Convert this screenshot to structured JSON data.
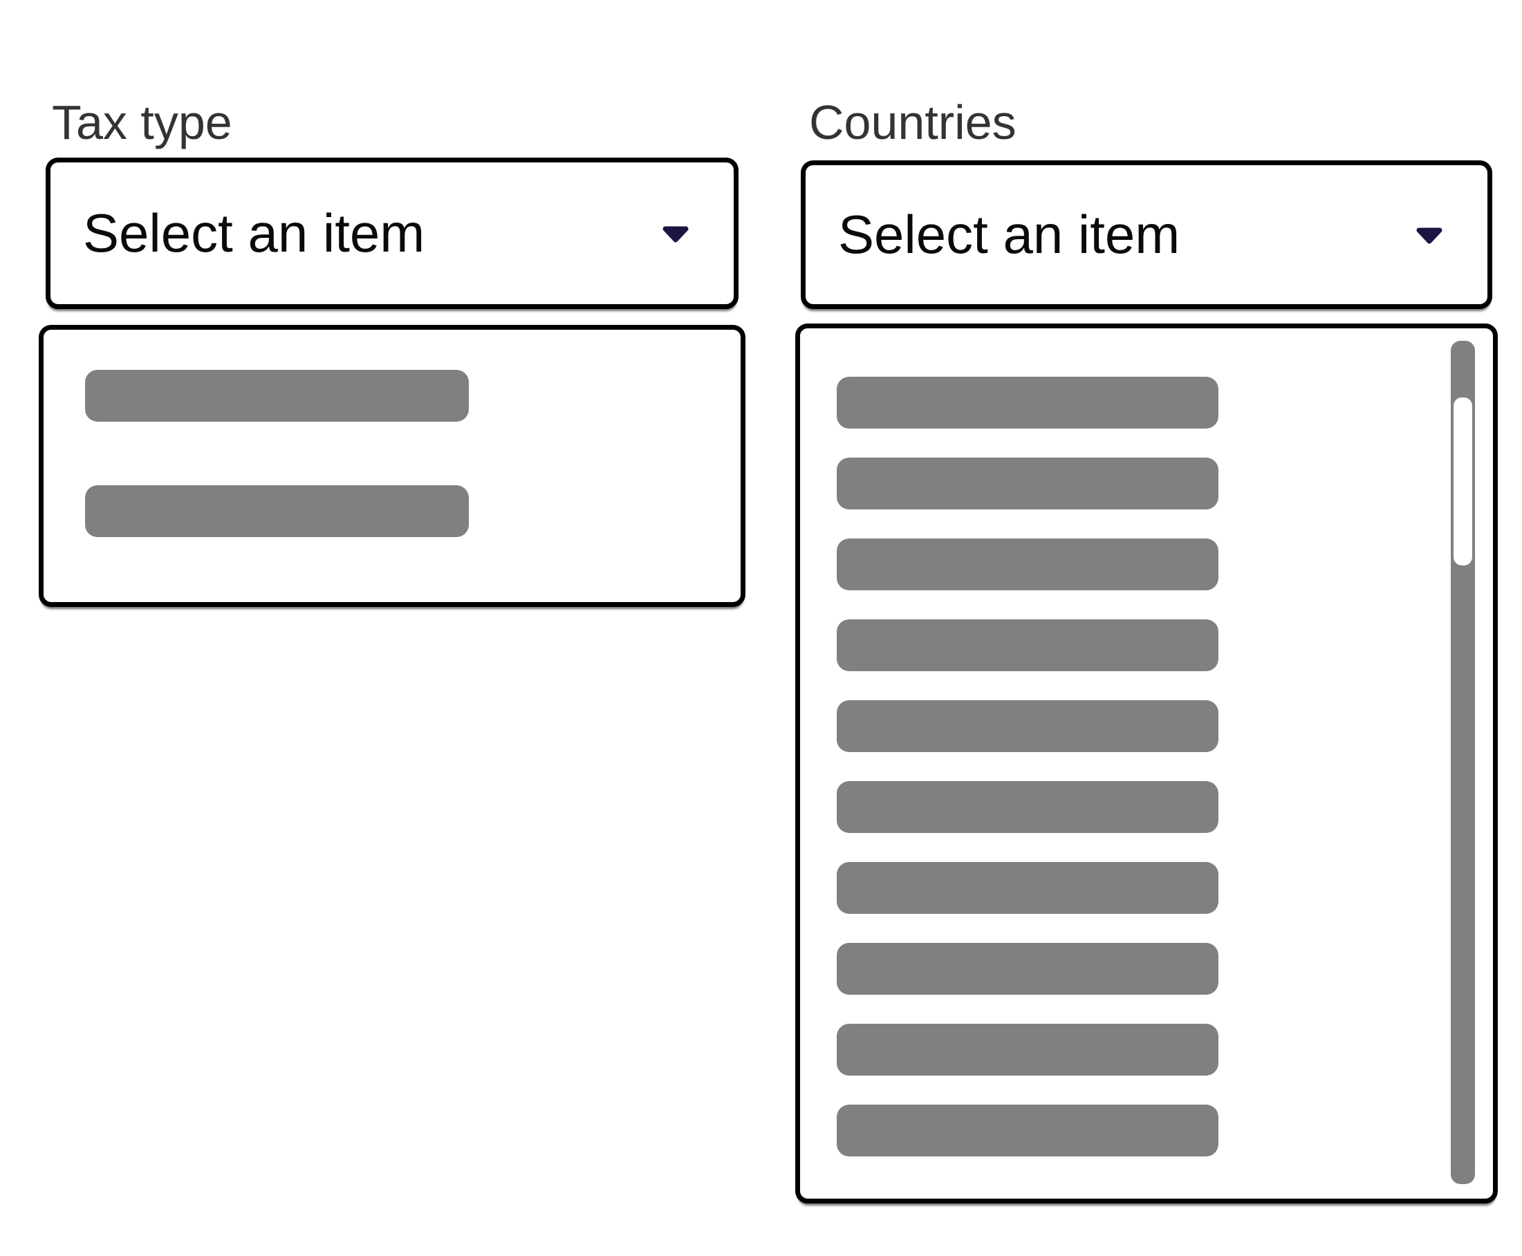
{
  "colors": {
    "border": "#000000",
    "label": "#333333",
    "select_text": "#0a0a0a",
    "caret": "#1a1543",
    "skeleton": "#808080",
    "scrollbar_track": "#808080",
    "scrollbar_thumb": "#ffffff"
  },
  "tax_type": {
    "label": "Tax type",
    "select": {
      "value": "Select an item"
    },
    "skeleton_rows": 2
  },
  "countries": {
    "label": "Countries",
    "select": {
      "value": "Select an item"
    },
    "skeleton_rows": 10
  }
}
